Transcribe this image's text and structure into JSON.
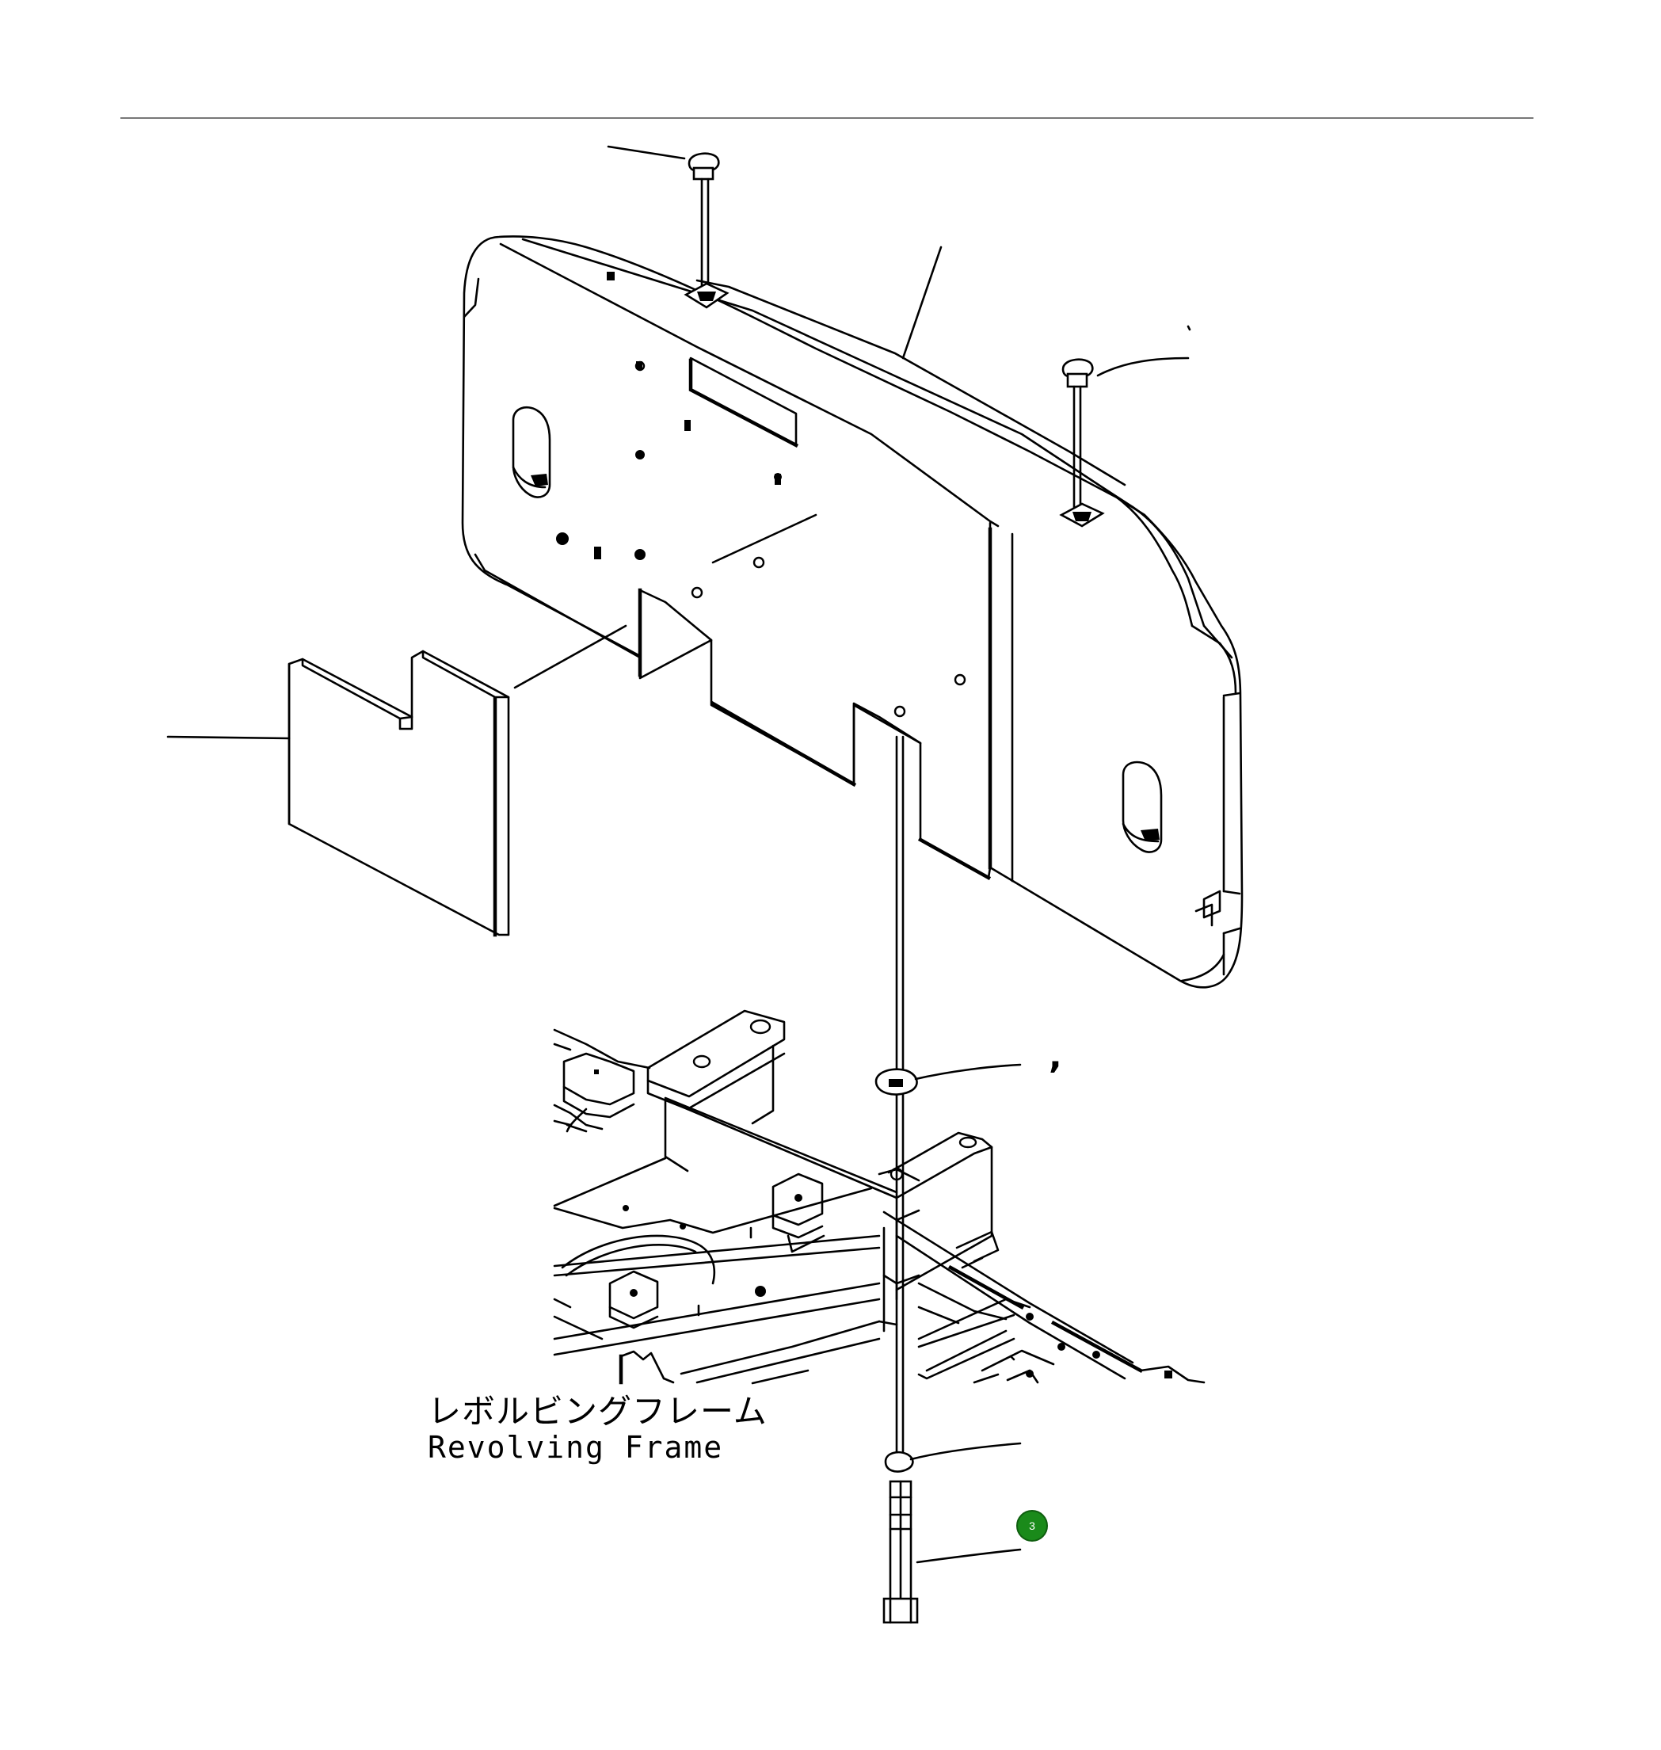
{
  "diagram": {
    "frame_label_jp": "レボルビングフレーム",
    "frame_label_en": "Revolving Frame",
    "comma_mark": ",",
    "callout_badge": "3"
  },
  "colors": {
    "line": "#000000",
    "background": "#ffffff",
    "badge": "#1a8a1a"
  }
}
